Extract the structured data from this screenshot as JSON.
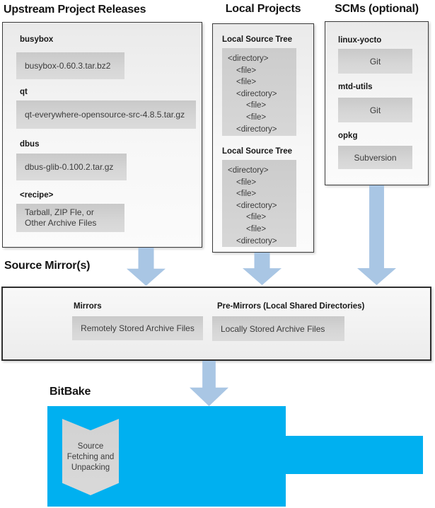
{
  "colors": {
    "accent_blue": "#00b0f0",
    "arrow_blue": "#a9c6e4",
    "panel_gray": "#d6d6d6"
  },
  "upstream": {
    "title": "Upstream Project Releases",
    "items": [
      {
        "label": "busybox",
        "value": "busybox-0.60.3.tar.bz2"
      },
      {
        "label": "qt",
        "value": "qt-everywhere-opensource-src-4.8.5.tar.gz"
      },
      {
        "label": "dbus",
        "value": "dbus-glib-0.100.2.tar.gz"
      },
      {
        "label": "<recipe>",
        "value": "Tarball, ZIP Fle, or\nOther Archive Files"
      }
    ]
  },
  "local": {
    "title": "Local Projects",
    "trees": [
      {
        "label": "Local Source Tree",
        "lines": [
          "<directory>",
          "<file>",
          "<file>",
          "<directory>",
          "<file>",
          "<file>",
          "<directory>"
        ]
      },
      {
        "label": "Local Source Tree",
        "lines": [
          "<directory>",
          "<file>",
          "<file>",
          "<directory>",
          "<file>",
          "<file>",
          "<directory>"
        ]
      }
    ]
  },
  "scms": {
    "title": "SCMs (optional)",
    "items": [
      {
        "label": "linux-yocto",
        "value": "Git"
      },
      {
        "label": "mtd-utils",
        "value": "Git"
      },
      {
        "label": "opkg",
        "value": "Subversion"
      }
    ]
  },
  "mirrors": {
    "title": "Source Mirror(s)",
    "sections": [
      {
        "label": "Mirrors",
        "value": "Remotely Stored Archive Files"
      },
      {
        "label": "Pre-Mirrors (Local Shared Directories)",
        "value": "Locally Stored Archive Files"
      }
    ]
  },
  "bitbake": {
    "title": "BitBake",
    "process": "Source\nFetching and\nUnpacking"
  }
}
